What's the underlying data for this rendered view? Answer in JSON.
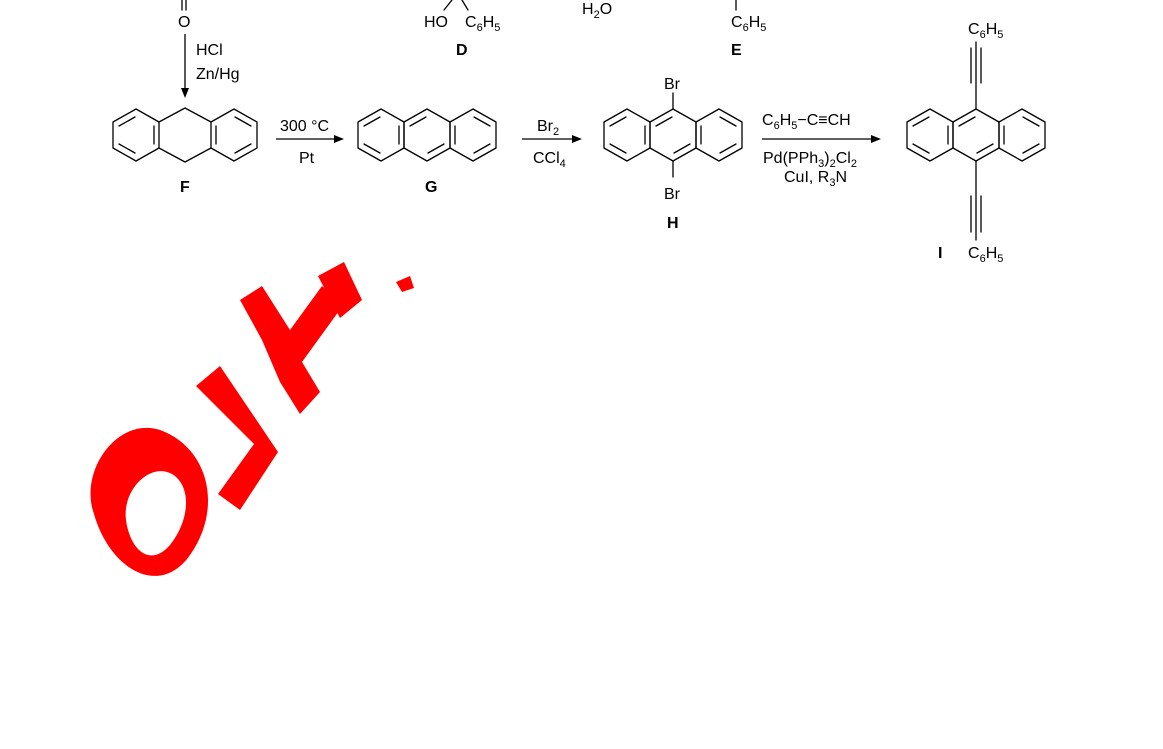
{
  "top_fragments": {
    "oxygen": "O",
    "D_ho": "HO",
    "D_ph": "C6H5",
    "water": "H2O",
    "E_ph": "C6H5",
    "D_label": "D",
    "E_label": "E"
  },
  "step1": {
    "reagent1": "HCl",
    "reagent2": "Zn/Hg"
  },
  "step2": {
    "above": "300 °C",
    "below": "Pt"
  },
  "step3": {
    "above": "Br2",
    "below": "CCl4"
  },
  "step4": {
    "above": "C6H5−C≡CH",
    "below1": "Pd(PPh3)2Cl2",
    "below2": "CuI, R3N"
  },
  "compounds": {
    "F": {
      "label": "F"
    },
    "G": {
      "label": "G"
    },
    "H": {
      "label": "H",
      "sub_top": "Br",
      "sub_bottom": "Br"
    },
    "I": {
      "label": "I",
      "sub_top": "C6H5",
      "sub_bottom": "C6H5"
    }
  },
  "watermark": {
    "text": "OLYMPIAD",
    "color": "#ff0000"
  }
}
